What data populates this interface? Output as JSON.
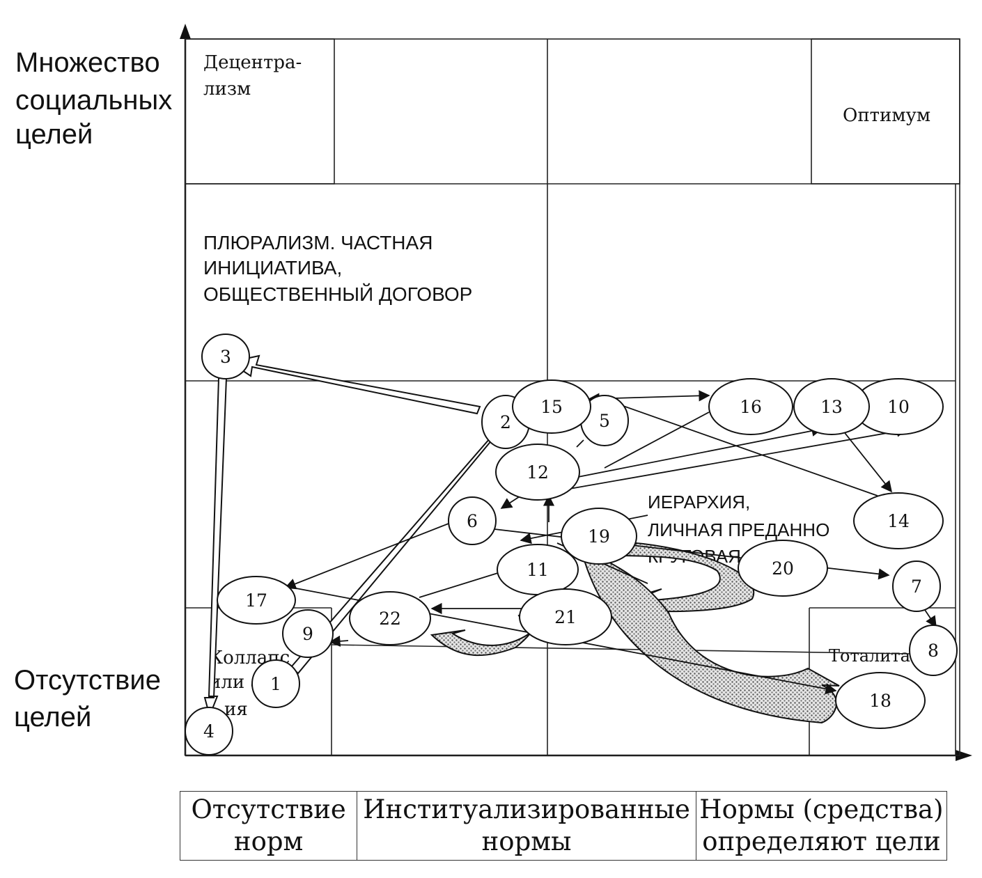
{
  "y_axis": {
    "top_label": [
      "Множество",
      "социальных",
      "целей"
    ],
    "bottom_label": [
      "Отсутствие",
      "целей"
    ]
  },
  "regions": {
    "decentralism": [
      "Децентра-",
      "лизм"
    ],
    "optimum": "Оптимум",
    "pluralism": [
      "ПЛЮРАЛИЗМ. ЧАСТНАЯ",
      "ИНИЦИАТИВА,",
      "ОБЩЕСТВЕННЫЙ ДОГОВОР"
    ],
    "hierarchy": [
      "ИЕРАРХИЯ,",
      "ЛИЧНАЯ ПРЕДАННО",
      "КРУГОВАЯ ПОРУКА"
    ],
    "collapse": [
      "Коллапс",
      "или а",
      "ия"
    ],
    "totalitarianism": "Тоталита"
  },
  "nodes": [
    "1",
    "2",
    "3",
    "4",
    "5",
    "6",
    "7",
    "8",
    "9",
    "10",
    "11",
    "12",
    "13",
    "14",
    "15",
    "16",
    "17",
    "18",
    "19",
    "20",
    "21",
    "22"
  ],
  "x_axis_table": [
    [
      "Отсутствие",
      "норм"
    ],
    [
      "Институализированные",
      "нормы"
    ],
    [
      "Нормы (средства)",
      "определяют цели"
    ]
  ]
}
